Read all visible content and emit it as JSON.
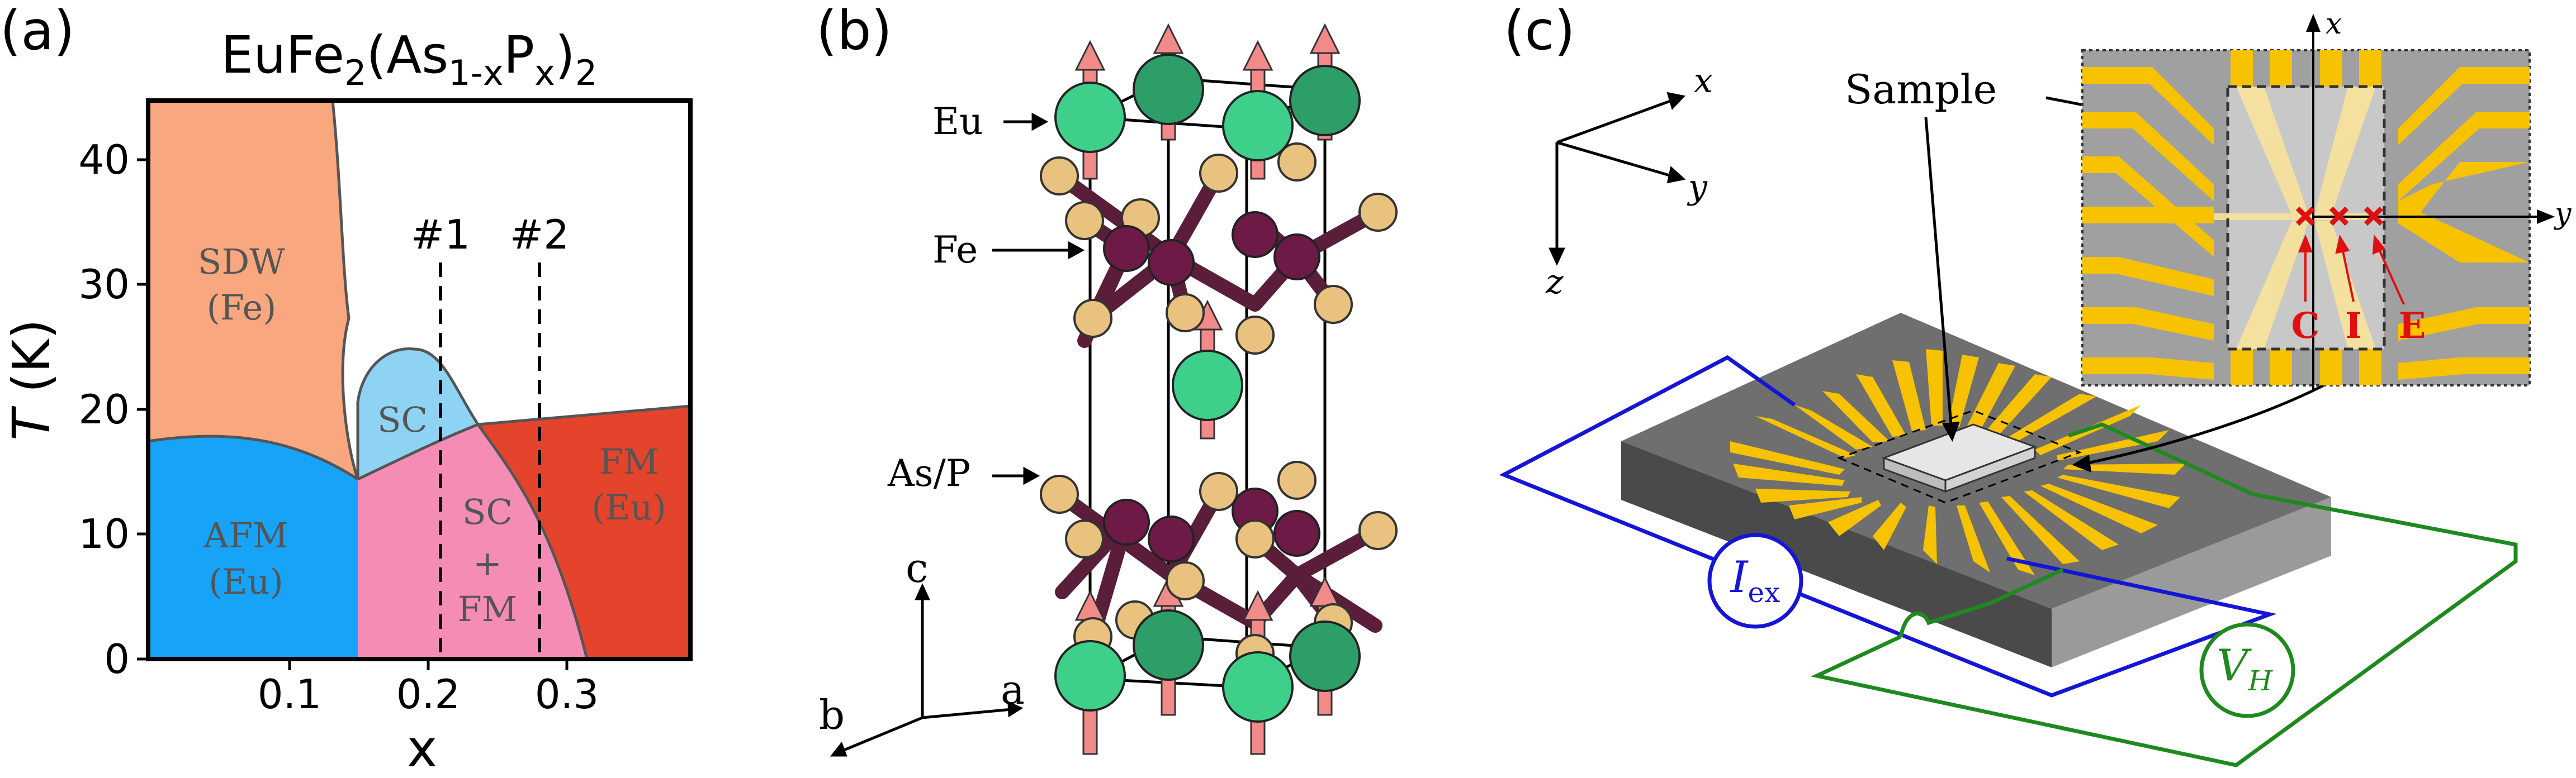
{
  "panels": {
    "a": {
      "label": "(a)",
      "title": {
        "main": "EuFe",
        "sub1": "2",
        "mid": "(As",
        "sub2": "1-x",
        "mid2": "P",
        "sub3": "x",
        "end": ")",
        "sub4": "2"
      },
      "xlabel": "x",
      "ylabel_italic": "T",
      "ylabel_rest": " (K)",
      "xticks": [
        "0.1",
        "0.2",
        "0.3"
      ],
      "yticks": [
        "0",
        "10",
        "20",
        "30",
        "40"
      ],
      "regions": {
        "sdw_line1": "SDW",
        "sdw_line2": "(Fe)",
        "afm_line1": "AFM",
        "afm_line2": "(Eu)",
        "sc": "SC",
        "scfm_line1": "SC",
        "scfm_line2": "+",
        "scfm_line3": "FM",
        "fm_line1": "FM",
        "fm_line2": "(Eu)"
      },
      "markers": {
        "m1": "#1",
        "m2": "#2"
      },
      "colors": {
        "sdw": "#f9a77e",
        "afm": "#17a3f7",
        "sc": "#8fd3f4",
        "scfm": "#f58cb5",
        "fm": "#e3442b"
      }
    },
    "b": {
      "label": "(b)",
      "atom_labels": {
        "eu": "Eu",
        "fe": "Fe",
        "asp": "As/P"
      },
      "axes": {
        "c": "c",
        "a": "a",
        "b": "b"
      },
      "colors": {
        "eu_light": "#3ecf8a",
        "eu_dark": "#2e9e68",
        "fe": "#6e1a46",
        "asp": "#e8c27e",
        "arrow": "#f28a8a"
      }
    },
    "c": {
      "label": "(c)",
      "axes": {
        "x": "x",
        "y": "y",
        "z": "z"
      },
      "sample_label": "Sample",
      "inset_axes": {
        "x": "x",
        "y": "y"
      },
      "contacts": {
        "c": "C",
        "i": "I",
        "e": "E"
      },
      "current_label": {
        "main": "I",
        "sub": "ex"
      },
      "voltage_label": {
        "main": "V",
        "sub": "H"
      },
      "colors": {
        "gold": "#f7c200",
        "current": "#1515d6",
        "voltage": "#1e8a1e",
        "marker": "#e01010"
      }
    }
  }
}
